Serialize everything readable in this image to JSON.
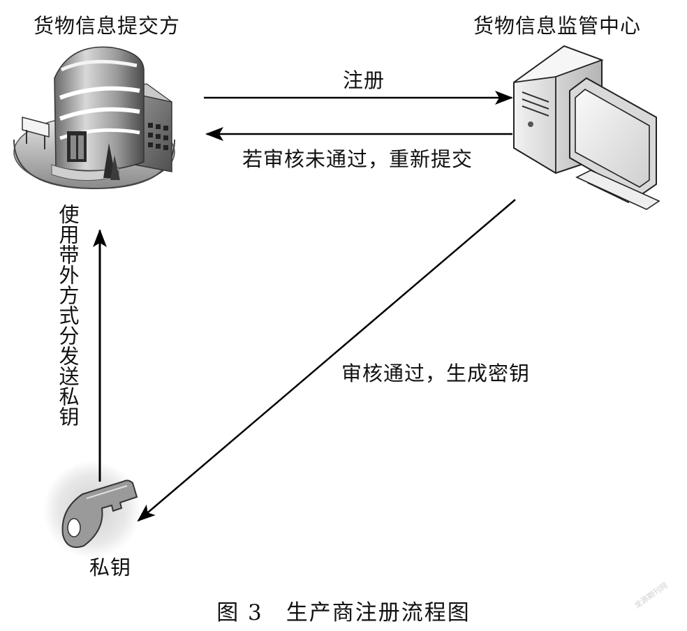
{
  "diagram": {
    "nodes": {
      "submitter": {
        "label": "货物信息提交方",
        "icon": "building-icon"
      },
      "center": {
        "label": "货物信息监管中心",
        "icon": "computer-icon"
      },
      "key": {
        "label": "私钥",
        "icon": "key-icon"
      }
    },
    "edges": [
      {
        "id": "register",
        "from": "submitter",
        "to": "center",
        "label": "注册"
      },
      {
        "id": "resubmit",
        "from": "center",
        "to": "submitter",
        "label": "若审核未通过，重新提交"
      },
      {
        "id": "approve",
        "from": "center",
        "to": "key",
        "label": "审核通过，生成密钥"
      },
      {
        "id": "distribute",
        "from": "key",
        "to": "submitter",
        "label": "使用带外方式分发送私钥"
      }
    ],
    "caption": "图 3　生产商注册流程图",
    "watermark": "龙源期刊网"
  }
}
